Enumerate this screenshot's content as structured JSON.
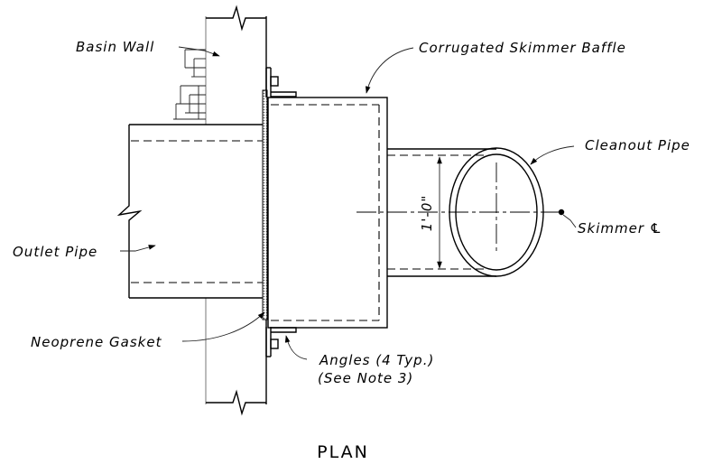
{
  "labels": {
    "basin_wall": "Basin Wall",
    "corrugated_skimmer_baffle": "Corrugated Skimmer Baffle",
    "cleanout_pipe": "Cleanout Pipe",
    "outlet_pipe": "Outlet Pipe",
    "skimmer_cl": "Skimmer ℄",
    "neoprene_gasket": "Neoprene Gasket",
    "angles_line1": "Angles (4 Typ.)",
    "angles_line2": "(See Note 3)"
  },
  "dimension": "1'-0\"",
  "view_title": "PLAN"
}
